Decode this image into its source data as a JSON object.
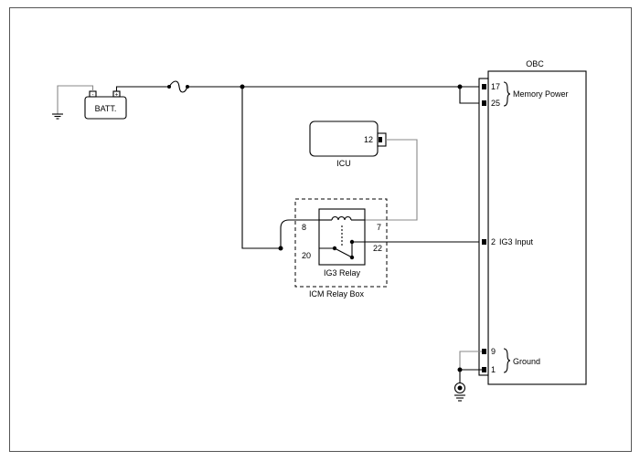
{
  "battery": {
    "label": "BATT.",
    "pos": "+",
    "neg": "-"
  },
  "obc": {
    "title": "OBC",
    "pins": {
      "p17": "17",
      "p25": "25",
      "p2": "2",
      "p9": "9",
      "p1": "1"
    },
    "labels": {
      "memory_power": "Memory Power",
      "ig3_input": "IG3 Input",
      "ground": "Ground"
    }
  },
  "icu": {
    "title": "ICU",
    "pin": "12"
  },
  "relay_box": {
    "title": "ICM Relay Box",
    "relay_label": "IG3 Relay",
    "pins": {
      "p8": "8",
      "p7": "7",
      "p20": "20",
      "p22": "22"
    }
  },
  "colors": {
    "wire": "#000000",
    "ground_wire": "#888888",
    "frame": "#555555"
  }
}
